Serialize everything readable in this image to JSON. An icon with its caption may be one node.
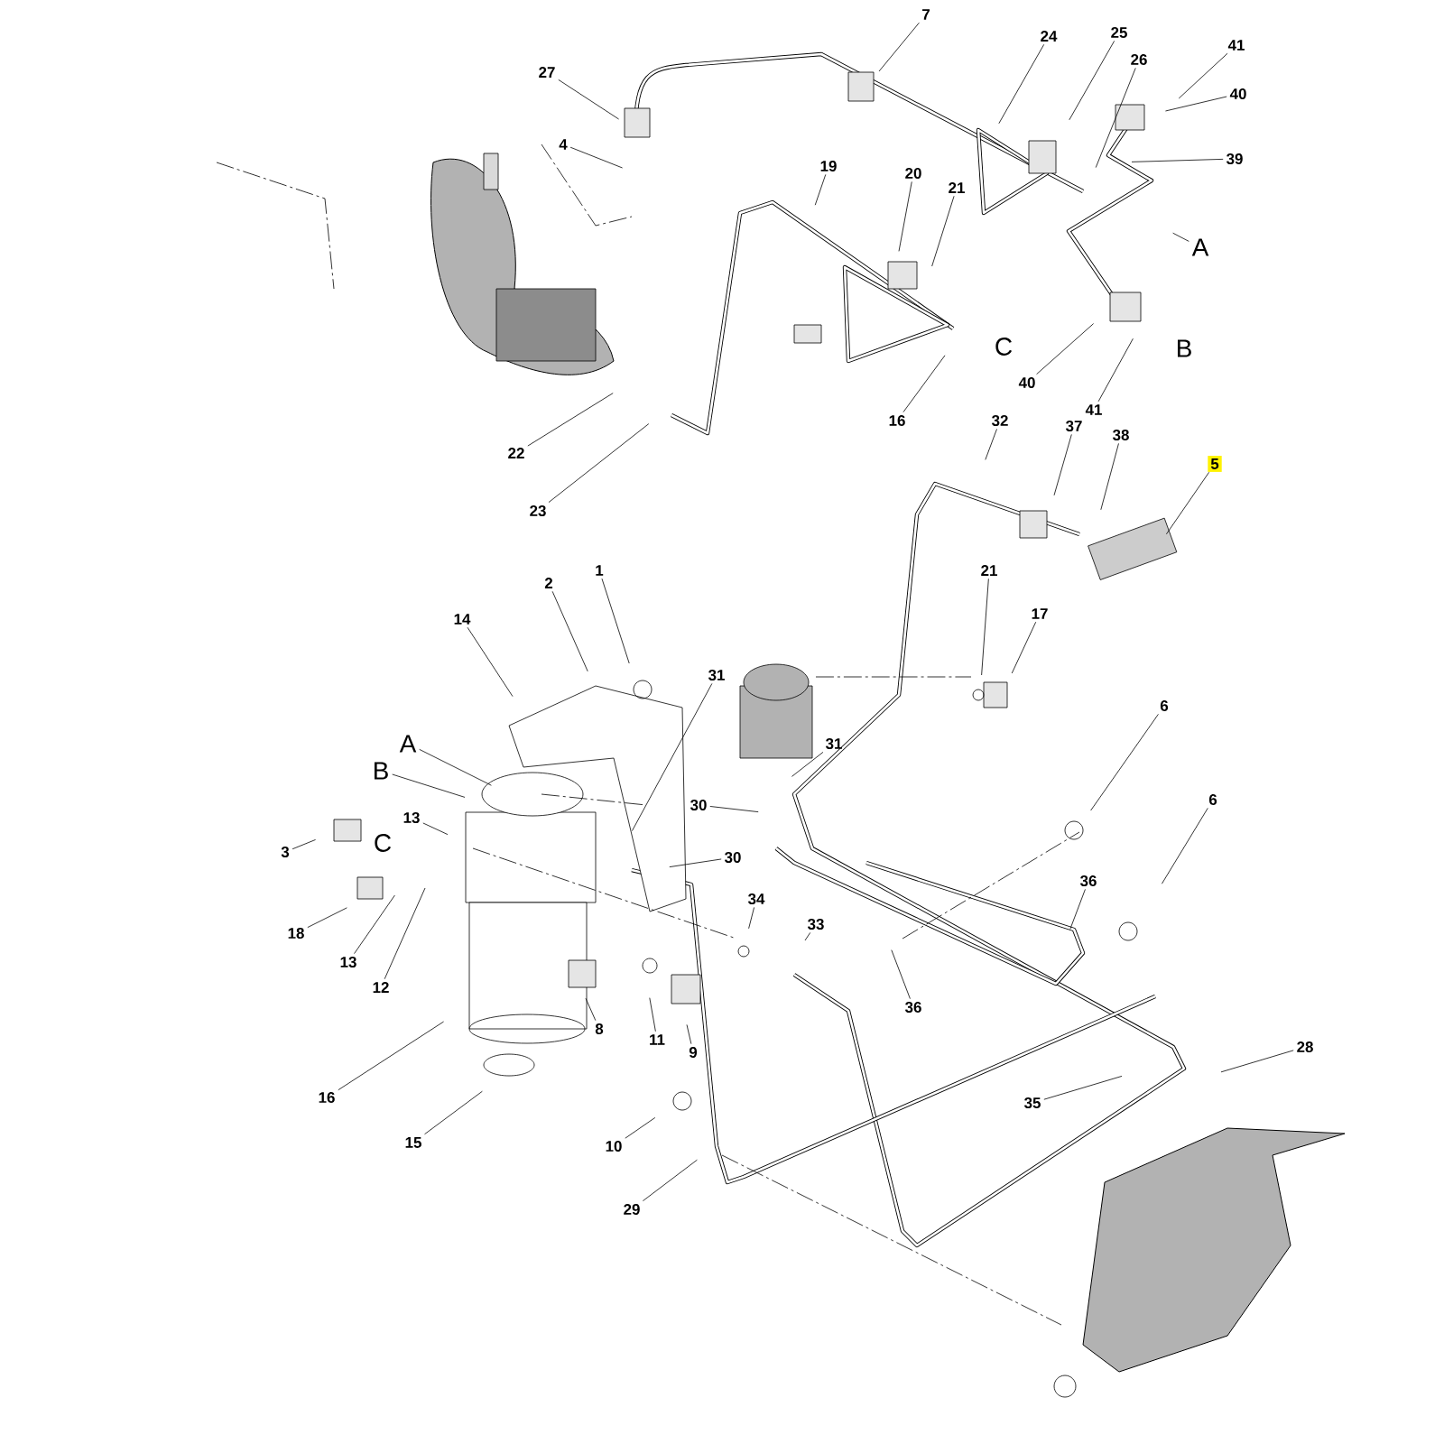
{
  "diagram": {
    "nodes": [
      {
        "text": [
          "7"
        ]
      },
      {
        "text": [
          "27"
        ]
      },
      {
        "text": [
          "4"
        ]
      },
      {
        "text": [
          "24"
        ]
      },
      {
        "text": [
          "25"
        ]
      },
      {
        "text": [
          "26"
        ]
      },
      {
        "text": [
          "41"
        ]
      },
      {
        "text": [
          "40"
        ]
      },
      {
        "text": [
          "39"
        ]
      },
      {
        "text": [
          "19"
        ]
      },
      {
        "text": [
          "20"
        ]
      },
      {
        "text": [
          "21"
        ]
      },
      {
        "text": [
          "22"
        ]
      },
      {
        "text": [
          "23"
        ]
      },
      {
        "text": [
          "16"
        ]
      },
      {
        "text": [
          "40"
        ]
      },
      {
        "text": [
          "41"
        ]
      },
      {
        "text": [
          "32"
        ]
      },
      {
        "text": [
          "37"
        ]
      },
      {
        "text": [
          "38"
        ]
      },
      {
        "text": [
          "5"
        ]
      },
      {
        "text": [
          "14"
        ]
      },
      {
        "text": [
          "2"
        ]
      },
      {
        "text": [
          "1"
        ]
      },
      {
        "text": [
          "31"
        ]
      },
      {
        "text": [
          "A"
        ]
      },
      {
        "text": [
          "B"
        ]
      },
      {
        "text": [
          "3"
        ]
      },
      {
        "text": [
          "13"
        ]
      },
      {
        "text": [
          "18"
        ]
      },
      {
        "text": [
          "13"
        ]
      },
      {
        "text": [
          "12"
        ]
      },
      {
        "text": [
          "16"
        ]
      },
      {
        "text": [
          "15"
        ]
      },
      {
        "text": [
          "8"
        ]
      },
      {
        "text": [
          "11"
        ]
      },
      {
        "text": [
          "9"
        ]
      },
      {
        "text": [
          "10"
        ]
      },
      {
        "text": [
          "29"
        ]
      },
      {
        "text": [
          "30"
        ]
      },
      {
        "text": [
          "30"
        ]
      },
      {
        "text": [
          "34"
        ]
      },
      {
        "text": [
          "33"
        ]
      },
      {
        "text": [
          "31"
        ]
      },
      {
        "text": [
          "21"
        ]
      },
      {
        "text": [
          "17"
        ]
      },
      {
        "text": [
          "6"
        ]
      },
      {
        "text": [
          "6"
        ]
      },
      {
        "text": [
          "36"
        ]
      },
      {
        "text": [
          "36"
        ]
      },
      {
        "text": [
          "35"
        ]
      },
      {
        "text": [
          "28"
        ]
      },
      {
        "text": [
          "A"
        ]
      }
    ],
    "edges": [
      {
        "from": 0,
        "to": null,
        "arrow": "none"
      },
      {
        "from": 1,
        "to": null,
        "arrow": "none"
      },
      {
        "from": 2,
        "to": null,
        "arrow": "none"
      },
      {
        "from": 3,
        "to": null,
        "arrow": "none"
      },
      {
        "from": 4,
        "to": null,
        "arrow": "none"
      },
      {
        "from": 5,
        "to": null,
        "arrow": "none"
      },
      {
        "from": 6,
        "to": null,
        "arrow": "none"
      },
      {
        "from": 7,
        "to": null,
        "arrow": "none"
      },
      {
        "from": 8,
        "to": null,
        "arrow": "none"
      },
      {
        "from": 9,
        "to": null,
        "arrow": "none"
      },
      {
        "from": 10,
        "to": null,
        "arrow": "none"
      },
      {
        "from": 11,
        "to": null,
        "arrow": "none"
      },
      {
        "from": 12,
        "to": null,
        "arrow": "none"
      },
      {
        "from": 13,
        "to": null,
        "arrow": "none"
      },
      {
        "from": 14,
        "to": null,
        "arrow": "none"
      },
      {
        "from": 15,
        "to": null,
        "arrow": "none"
      },
      {
        "from": 16,
        "to": null,
        "arrow": "none"
      },
      {
        "from": 17,
        "to": null,
        "arrow": "none"
      },
      {
        "from": 18,
        "to": null,
        "arrow": "none"
      },
      {
        "from": 19,
        "to": null,
        "arrow": "none"
      },
      {
        "from": 20,
        "to": null,
        "arrow": "none"
      },
      {
        "from": 21,
        "to": null,
        "arrow": "none"
      },
      {
        "from": 22,
        "to": null,
        "arrow": "none"
      },
      {
        "from": 23,
        "to": null,
        "arrow": "none"
      },
      {
        "from": 24,
        "to": null,
        "arrow": "none"
      },
      {
        "from": 25,
        "to": null,
        "arrow": "none"
      },
      {
        "from": 26,
        "to": null,
        "arrow": "none"
      },
      {
        "from": 27,
        "to": null,
        "arrow": "none"
      },
      {
        "from": 28,
        "to": null,
        "arrow": "none"
      },
      {
        "from": 29,
        "to": null,
        "arrow": "none"
      },
      {
        "from": 30,
        "to": null,
        "arrow": "none"
      },
      {
        "from": 31,
        "to": null,
        "arrow": "none"
      },
      {
        "from": 32,
        "to": null,
        "arrow": "none"
      },
      {
        "from": 33,
        "to": null,
        "arrow": "none"
      },
      {
        "from": 34,
        "to": null,
        "arrow": "none"
      },
      {
        "from": 35,
        "to": null,
        "arrow": "none"
      },
      {
        "from": 36,
        "to": null,
        "arrow": "none"
      },
      {
        "from": 37,
        "to": null,
        "arrow": "none"
      },
      {
        "from": 38,
        "to": null,
        "arrow": "none"
      },
      {
        "from": 39,
        "to": null,
        "arrow": "none"
      },
      {
        "from": 40,
        "to": null,
        "arrow": "none"
      },
      {
        "from": 41,
        "to": null,
        "arrow": "none"
      },
      {
        "from": 42,
        "to": null,
        "arrow": "none"
      },
      {
        "from": 43,
        "to": null,
        "arrow": "none"
      },
      {
        "from": 44,
        "to": null,
        "arrow": "none"
      },
      {
        "from": 45,
        "to": null,
        "arrow": "none"
      },
      {
        "from": 46,
        "to": null,
        "arrow": "none"
      },
      {
        "from": 47,
        "to": null,
        "arrow": "none"
      },
      {
        "from": 48,
        "to": null,
        "arrow": "none"
      },
      {
        "from": 49,
        "to": null,
        "arrow": "none"
      },
      {
        "from": 50,
        "to": null,
        "arrow": "none"
      },
      {
        "from": 51,
        "to": null,
        "arrow": "none"
      },
      {
        "from": 52,
        "to": null,
        "arrow": "none"
      }
    ],
    "labels": [
      "C",
      "B",
      "C"
    ]
  }
}
